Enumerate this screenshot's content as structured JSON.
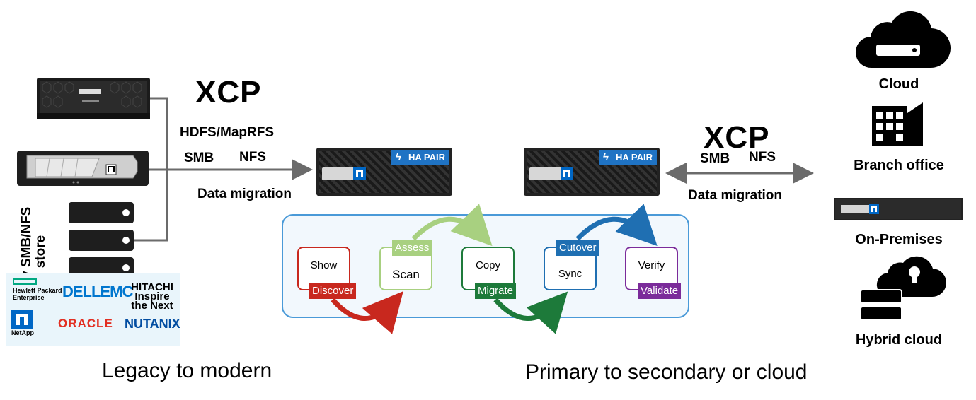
{
  "left_section": {
    "xcp_title": "XCP",
    "protocol_hdfs": "HDFS/MapRFS",
    "protocol_smb": "SMB",
    "protocol_nfs": "NFS",
    "migration_label": "Data migration",
    "store_label": "Any SMB/NFS store",
    "caption": "Legacy to modern",
    "vendors": [
      "Hewlett Packard Enterprise",
      "DELLEMC",
      "HITACHI Inspire the Next",
      "NetApp",
      "ORACLE",
      "NUTANIX"
    ]
  },
  "right_section": {
    "xcp_title": "XCP",
    "protocol_smb": "SMB",
    "protocol_nfs": "NFS",
    "migration_label": "Data migration",
    "caption": "Primary to secondary or cloud"
  },
  "ha_pair_label": "HA PAIR",
  "workflow": {
    "stages": [
      {
        "top": "Show",
        "tag": "Discover",
        "color": "#c8281e"
      },
      {
        "top": "Scan",
        "tag": "Assess",
        "color": "#a8d080"
      },
      {
        "top": "Copy",
        "tag": "Migrate",
        "color": "#1d7a3a"
      },
      {
        "top": "Sync",
        "tag": "Cutover",
        "color": "#1f6fb2"
      },
      {
        "top": "Verify",
        "tag": "Validate",
        "color": "#7b2b9a"
      }
    ]
  },
  "targets": [
    {
      "label": "Cloud",
      "icon": "cloud-icon"
    },
    {
      "label": "Branch office",
      "icon": "building-icon"
    },
    {
      "label": "On-Premises",
      "icon": "storage-array-icon"
    },
    {
      "label": "Hybrid cloud",
      "icon": "hybrid-cloud-icon"
    }
  ],
  "colors": {
    "ha_pair_blue": "#1f73c4",
    "workflow_border": "#4a9ad8",
    "workflow_bg": "#f2f8fd",
    "vendor_bg": "#e9f5fb",
    "arrow_gray": "#6b6b6b",
    "netapp_blue": "#0067c5"
  }
}
